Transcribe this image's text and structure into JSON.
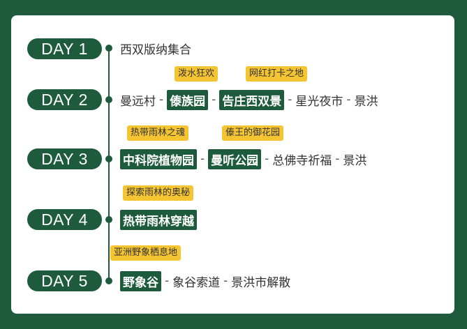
{
  "days": [
    {
      "label": "DAY 1",
      "stops": [
        "西双版纳集合"
      ]
    },
    {
      "label": "DAY 2",
      "stops": [
        "曼远村",
        "傣族园",
        "告庄西双景",
        "星光夜市",
        "景洪"
      ],
      "tags": [
        "泼水狂欢",
        "网红打卡之地"
      ]
    },
    {
      "label": "DAY 3",
      "stops": [
        "中科院植物园",
        "曼听公园",
        "总佛寺祈福",
        "景洪"
      ],
      "tags": [
        "热带雨林之魂",
        "傣王的御花园"
      ]
    },
    {
      "label": "DAY 4",
      "stops": [
        "热带雨林穿越"
      ],
      "tags": [
        "探索雨林的奥秘"
      ]
    },
    {
      "label": "DAY 5",
      "stops": [
        "野象谷",
        "象谷索道",
        "景洪市解散"
      ],
      "tags": [
        "亚洲野象栖息地"
      ]
    }
  ],
  "separator": "-",
  "colors": {
    "background": "#1d5b3c",
    "card": "#ffffff",
    "tag": "#f5c531",
    "text": "#333333"
  }
}
